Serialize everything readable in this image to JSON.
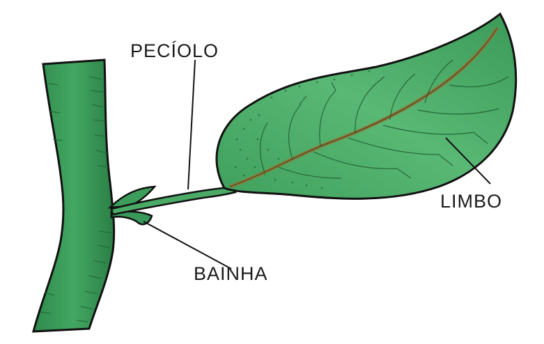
{
  "labels": {
    "peciolo": "PECÍOLO",
    "limbo": "LIMBO",
    "bainha": "BAINHA"
  },
  "colors": {
    "background": "#ffffff",
    "stem": "#3a9b5a",
    "stem_shadow": "#1f6b3a",
    "leaf": "#44ab62",
    "leaf_light": "#6fc489",
    "midrib": "#8a7a3a",
    "outline": "#111111",
    "label_text": "#1a1a1a"
  }
}
